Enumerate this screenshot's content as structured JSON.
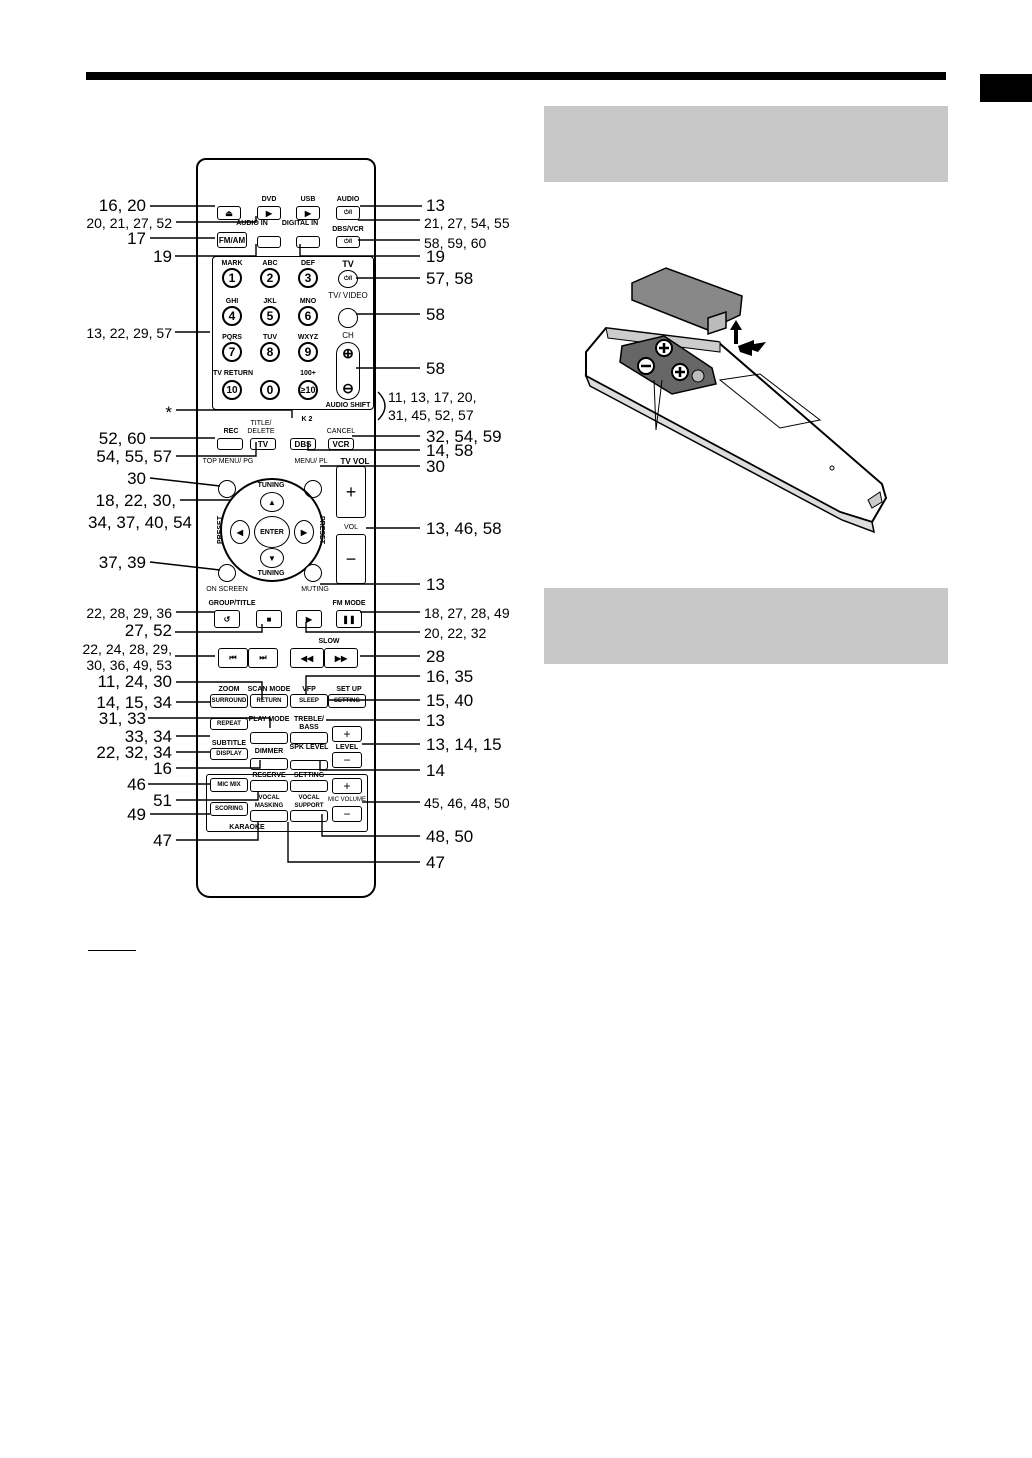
{
  "remote": {
    "buttons": {
      "dvd": "DVD",
      "usb": "USB",
      "audio": "AUDIO",
      "fm_am": "FM/AM",
      "audio_in": "AUDIO IN",
      "digital_in": "DIGITAL IN",
      "dbs_vcr": "DBS/VCR",
      "mark": "MARK",
      "abc": "ABC",
      "def": "DEF",
      "tv": "TV",
      "ghi": "GHI",
      "jkl": "JKL",
      "mno": "MNO",
      "tv_video": "TV/ VIDEO",
      "pqrs": "PQRS",
      "tuv": "TUV",
      "wxyz": "WXYZ",
      "ch": "CH",
      "tv_return": "TV RETURN",
      "plus_100": "100+",
      "audio_shift": "AUDIO SHIFT",
      "k2": "K 2",
      "rec": "REC",
      "title_delete": "TITLE/ DELETE",
      "tv_btn": "TV",
      "dbs": "DBS",
      "cancel": "CANCEL",
      "vcr": "VCR",
      "top_menu": "TOP MENU/ PG",
      "menu_pl": "MENU/ PL",
      "tv_vol": "TV VOL",
      "vol": "VOL",
      "tuning": "TUNING",
      "preset": "PRESET",
      "enter": "ENTER",
      "on_screen": "ON SCREEN",
      "muting": "MUTING",
      "group_title": "GROUP/TITLE",
      "fm_mode": "FM MODE",
      "slow": "SLOW",
      "zoom": "ZOOM",
      "surround": "SURROUND",
      "scan_mode": "SCAN MODE",
      "return": "RETURN",
      "vfp": "VFP",
      "sleep": "SLEEP",
      "set_up": "SET UP",
      "setting": "SETTING",
      "repeat": "REPEAT",
      "play_mode": "PLAY MODE",
      "treble_bass": "TREBLE/ BASS",
      "level": "LEVEL",
      "subtitle": "SUBTITLE",
      "display": "DISPLAY",
      "dimmer": "DIMMER",
      "spk_level": "SPK LEVEL",
      "mic_mix": "MIC MIX",
      "reserve": "RESERVE",
      "setting2": "SETTING",
      "mic_volume": "MIC VOLUME",
      "scoring": "SCORING",
      "vocal_masking": "VOCAL MASKING",
      "vocal_support": "VOCAL SUPPORT",
      "karaoke": "KARAOKE"
    },
    "digits": [
      "1",
      "2",
      "3",
      "4",
      "5",
      "6",
      "7",
      "8",
      "9",
      "10",
      "0",
      "≥10"
    ]
  },
  "callouts_left": [
    "16, 20",
    "20, 21, 27, 52",
    "17",
    "19",
    "13, 22, 29, 57",
    "*",
    "52, 60",
    "54, 55, 57",
    "30",
    "18, 22, 30,",
    "34, 37, 40, 54",
    "37, 39",
    "22, 28, 29, 36",
    "27, 52",
    "22, 24, 28, 29,",
    "30, 36, 49, 53",
    "11, 24, 30",
    "14, 15, 34",
    "31, 33",
    "33, 34",
    "22, 32, 34",
    "16",
    "46",
    "51",
    "49",
    "47"
  ],
  "callouts_right": [
    "13",
    "21, 27, 54, 55",
    "58, 59, 60",
    "19",
    "57, 58",
    "58",
    "58",
    "11, 13, 17, 20,",
    "31, 45, 52, 57",
    "32, 54, 59",
    "14, 58",
    "30",
    "13, 46, 58",
    "13",
    "18, 27, 28, 49",
    "20, 22, 32",
    "28",
    "16, 35",
    "15, 40",
    "13",
    "13, 14, 15",
    "14",
    "45, 46, 48, 50",
    "48, 50",
    "47"
  ]
}
